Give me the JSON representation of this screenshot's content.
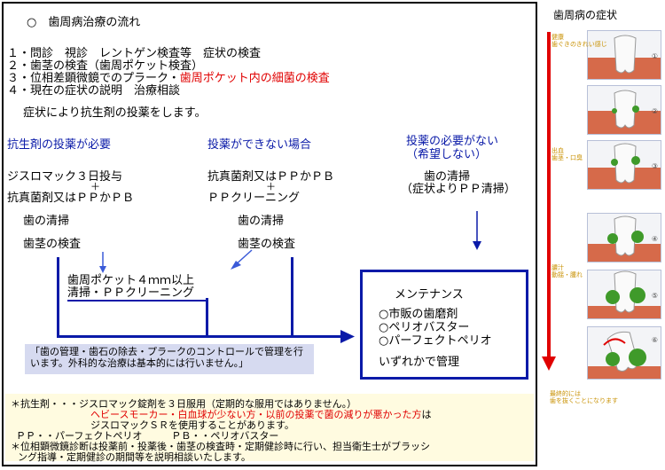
{
  "title": "○　歯周病治療の流れ",
  "steps": [
    {
      "text": "１・問診　視診　レントゲン検査等　症状の検査",
      "highlight": ""
    },
    {
      "text": "２・歯茎の検査（歯周ポケット検査）",
      "highlight": ""
    },
    {
      "text": "３・位相差顕微鏡でのプラーク・",
      "highlight": "歯周ポケット内の細菌の検査"
    },
    {
      "text": "４・現在の症状の説明　治療相談",
      "highlight": ""
    }
  ],
  "intro": "症状により抗生剤の投薬をします。",
  "col1": {
    "header": "抗生剤の投薬が必要",
    "line1": "ジスロマック３日投与",
    "plus": "＋",
    "line2": "抗真菌剤又はＰＰかＰＢ",
    "line3": "歯の清掃",
    "line4": "歯茎の検査"
  },
  "col2": {
    "header": "投薬ができない場合",
    "line1": "抗真菌剤又はＰＰかＰＢ",
    "plus": "＋",
    "line2": "ＰＰクリーニング",
    "line3": "歯の清掃",
    "line4": "歯茎の検査"
  },
  "col3": {
    "header": "投薬の必要がない\n（希望しない）",
    "line1": "歯の清掃",
    "line2": "（症状よりＰＰ清掃）"
  },
  "pocket": {
    "line1": "歯周ポケット４ｍｍ以上",
    "line2": "清掃・ＰＰクリーニング"
  },
  "maintenance": {
    "title": "メンテナンス",
    "items": [
      "○市販の歯磨剤",
      "○ペリオバスター",
      "○パーフェクトペリオ"
    ],
    "footer": "いずれかで管理"
  },
  "note": "「歯の管理・歯石の除去・プラークのコントロールで管理を行います。外科的な治療は基本的には行いません。」",
  "footer": {
    "line1": "＊抗生剤・・・ジスロマック錠剤を３日服用（定期的な服用ではありません。）",
    "line2_red": "ヘビースモーカー・白血球が少ない方・以前の投薬で菌の減りが悪かった方",
    "line2_tail": "は",
    "line3": "ジスロマックＳＲを使用することがあります。",
    "line4": "ＰＰ・・パーフェクトペリオ　　　ＰＢ・・ペリオバスター",
    "line5": "＊位相顕微鏡診断は投薬前・投薬後・歯茎の検査時・定期健診時に行い、担当衛生士がブラッシ",
    "line6": "ング指導・定期健診の期間等を説明相談いたします。"
  },
  "sidebar": {
    "title": "歯周病の症状",
    "stages": [
      {
        "label": "健康\n歯ぐきのきれい感じ",
        "num": "①"
      },
      {
        "label": "",
        "num": "②"
      },
      {
        "label": "出血\n歯茎・口臭",
        "num": "③"
      },
      {
        "label": "",
        "num": "④"
      },
      {
        "label": "膿汁\n動揺・腫れ",
        "num": "⑤"
      },
      {
        "label": "",
        "num": "⑥"
      }
    ],
    "end_label": "最終的には\n歯を抜くことになります",
    "colors": {
      "gum": "#d66a4a",
      "plaque": "#3f9a2a",
      "arrow": "#e00000"
    }
  }
}
